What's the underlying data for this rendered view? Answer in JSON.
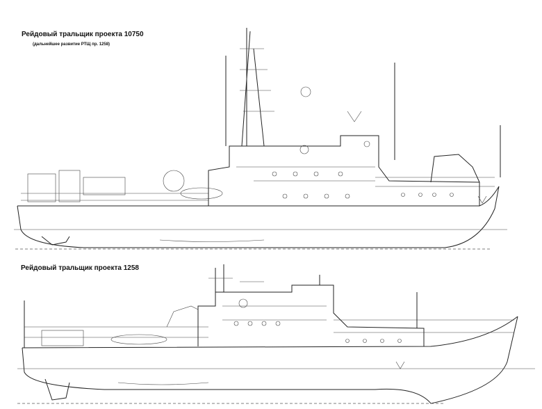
{
  "drawing_top": {
    "title": "Рейдовый тральщик проекта 10750",
    "subtitle": "(дальнейшее развитие РТЩ пр. 1258)"
  },
  "drawing_bottom": {
    "title": "Рейдовый тральщик проекта 1258"
  }
}
